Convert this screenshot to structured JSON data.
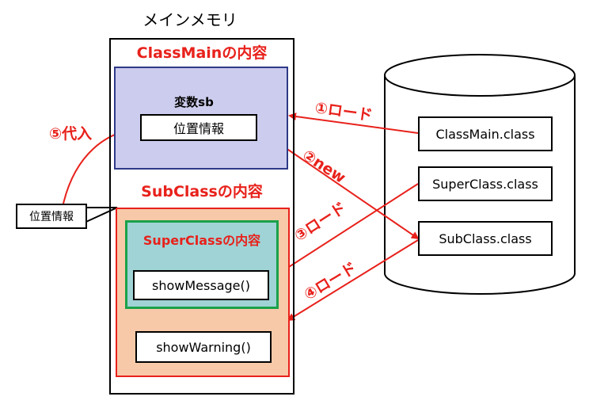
{
  "memory": {
    "title": "メインメモリ",
    "classmain": {
      "title": "ClassMainの内容",
      "variable_label": "変数sb",
      "variable_value": "位置情報"
    },
    "subclass": {
      "title": "SubClassの内容",
      "superclass": {
        "title": "SuperClassの内容",
        "method": "showMessage()"
      },
      "method": "showWarning()"
    }
  },
  "callout": "位置情報",
  "storage": {
    "files": [
      "ClassMain.class",
      "SuperClass.class",
      "SubClass.class"
    ]
  },
  "arrows": {
    "load1": "①ロード",
    "new2": "②new",
    "load3": "③ロード",
    "load4": "④ロード",
    "assign5": "⑤代入"
  },
  "colors": {
    "red": "#e8211b",
    "classmain_fill": "#ccccee",
    "classmain_border": "#2e3a87",
    "subclass_fill": "#f8c9a8",
    "subclass_border": "#e8211b",
    "superclass_fill": "#9fd3d6",
    "superclass_border": "#1aa14a"
  }
}
